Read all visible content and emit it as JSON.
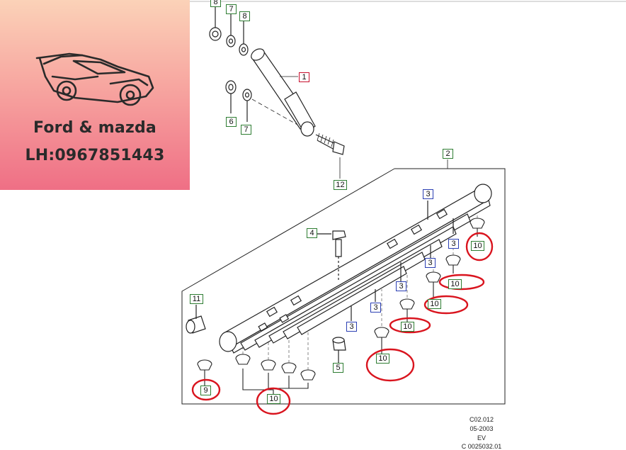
{
  "overlay": {
    "brand": "Ford & mazda",
    "phone": "LH:0967851443",
    "logo_icon": "sports-car-icon"
  },
  "callouts": {
    "c1": "1",
    "c2": "2",
    "c3": "3",
    "c4": "4",
    "c5": "5",
    "c6": "6",
    "c7": "7",
    "c8": "8",
    "c9": "9",
    "c10": "10",
    "c11": "11",
    "c12": "12"
  },
  "footer": {
    "line1": "C02.012",
    "line2": "05-2003",
    "line3": "EV",
    "line4": "C 0025032.01"
  },
  "colors": {
    "label_green": "#2e7d32",
    "label_blue": "#2b3fb3",
    "label_red": "#c8102e",
    "highlight_circle": "#d9141e"
  }
}
